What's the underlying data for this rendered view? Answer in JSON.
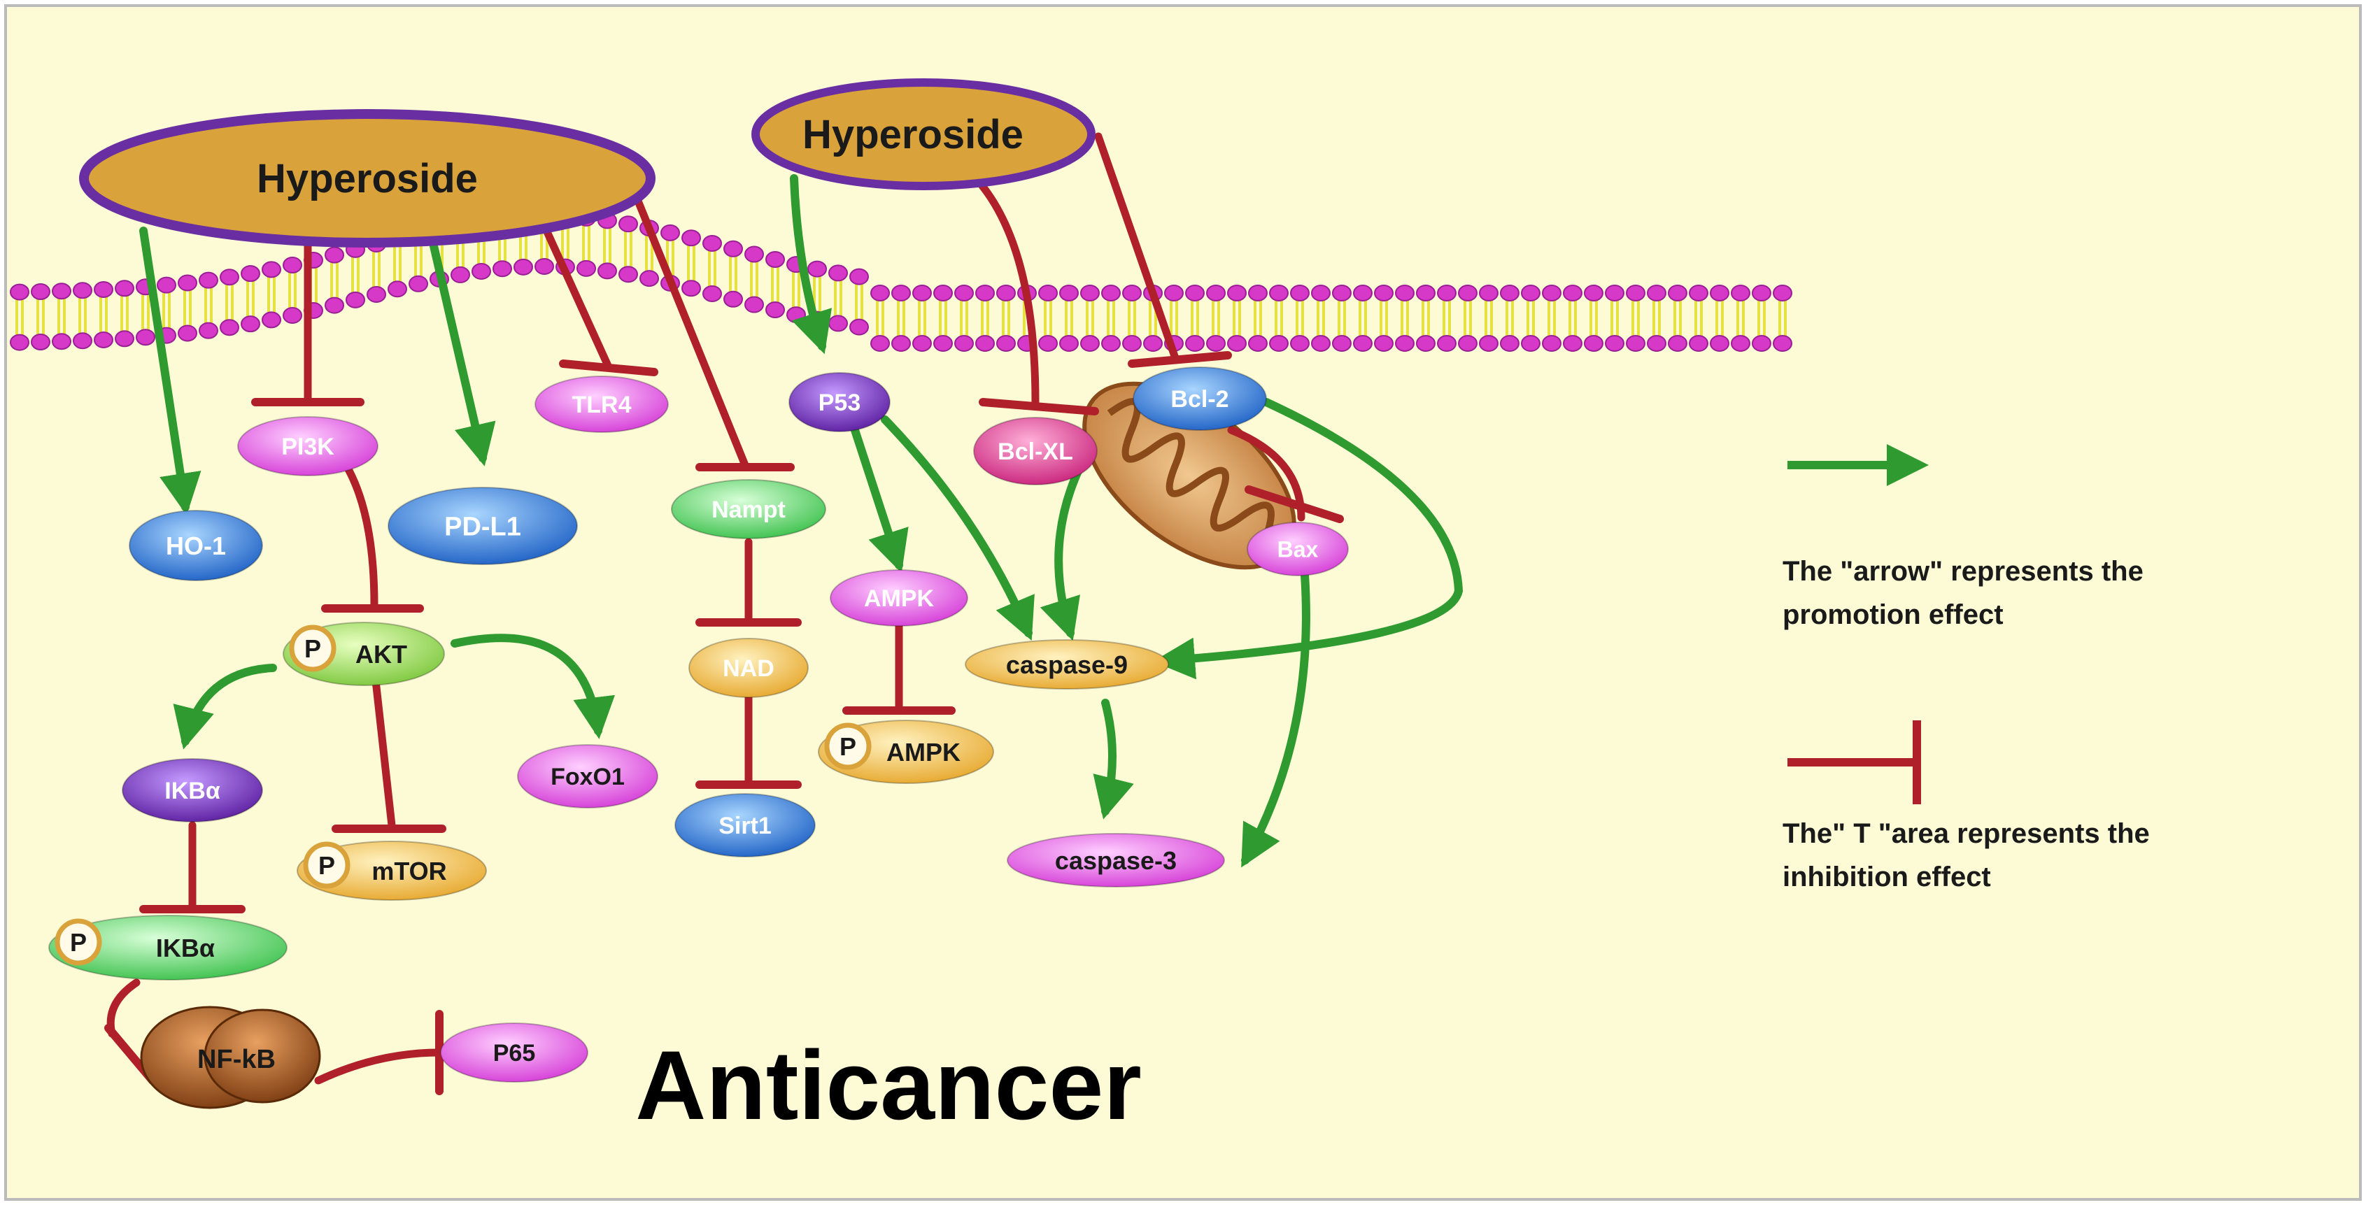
{
  "title": "Anticancer",
  "nodes": {
    "hyperoside_left": "Hyperoside",
    "hyperoside_right": "Hyperoside",
    "ho1": "HO-1",
    "pi3k": "PI3K",
    "pdl1": "PD-L1",
    "tlr4": "TLR4",
    "nampt": "Nampt",
    "p53": "P53",
    "bclxl": "Bcl-XL",
    "bcl2": "Bcl-2",
    "bax": "Bax",
    "akt": "AKT",
    "foxo1": "FoxO1",
    "ikba": "IKBα",
    "mtor": "mTOR",
    "pikba": "IKBα",
    "nfkb": "NF-kB",
    "p65": "P65",
    "nad": "NAD",
    "sirt1": "Sirt1",
    "ampk": "AMPK",
    "pampk": "AMPK",
    "casp9": "caspase-9",
    "casp3": "caspase-3"
  },
  "phospho_label": "P",
  "legend": {
    "arrow_line1": "The \"arrow\" represents the",
    "arrow_line2": "promotion effect",
    "inhibit_line1": "The\" T \"area represents the",
    "inhibit_line2": "inhibition effect"
  },
  "colors": {
    "background": "#fdfbd6",
    "promotion": "#2f9a2f",
    "inhibition": "#b0202a",
    "hyperoside_fill": "#d9a23a",
    "hyperoside_border": "#6a2ea3",
    "membrane_head": "#d638c8",
    "membrane_tail": "#e6e040"
  }
}
